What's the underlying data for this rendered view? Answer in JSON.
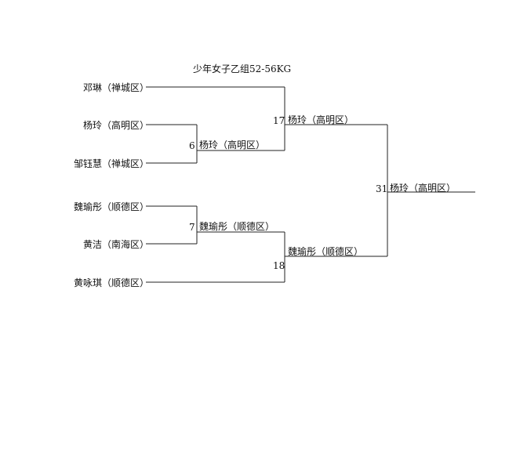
{
  "title": "少年女子乙组52-56KG",
  "entrants": [
    "邓琳（禅城区）",
    "杨玲（高明区）",
    "邹钰慧（禅城区）",
    "魏瑜彤（顺德区）",
    "黄洁（南海区）",
    "黄咏琪（顺德区）"
  ],
  "matches": {
    "m6": {
      "number": "6",
      "winner": "杨玲（高明区）"
    },
    "m7": {
      "number": "7",
      "winner": "魏瑜彤（顺德区）"
    },
    "m17": {
      "number": "17",
      "winner": "杨玲（高明区）"
    },
    "m18": {
      "number": "18",
      "winner": "魏瑜彤（顺德区）"
    },
    "m31": {
      "number": "31",
      "winner": "杨玲（高明区）"
    }
  }
}
